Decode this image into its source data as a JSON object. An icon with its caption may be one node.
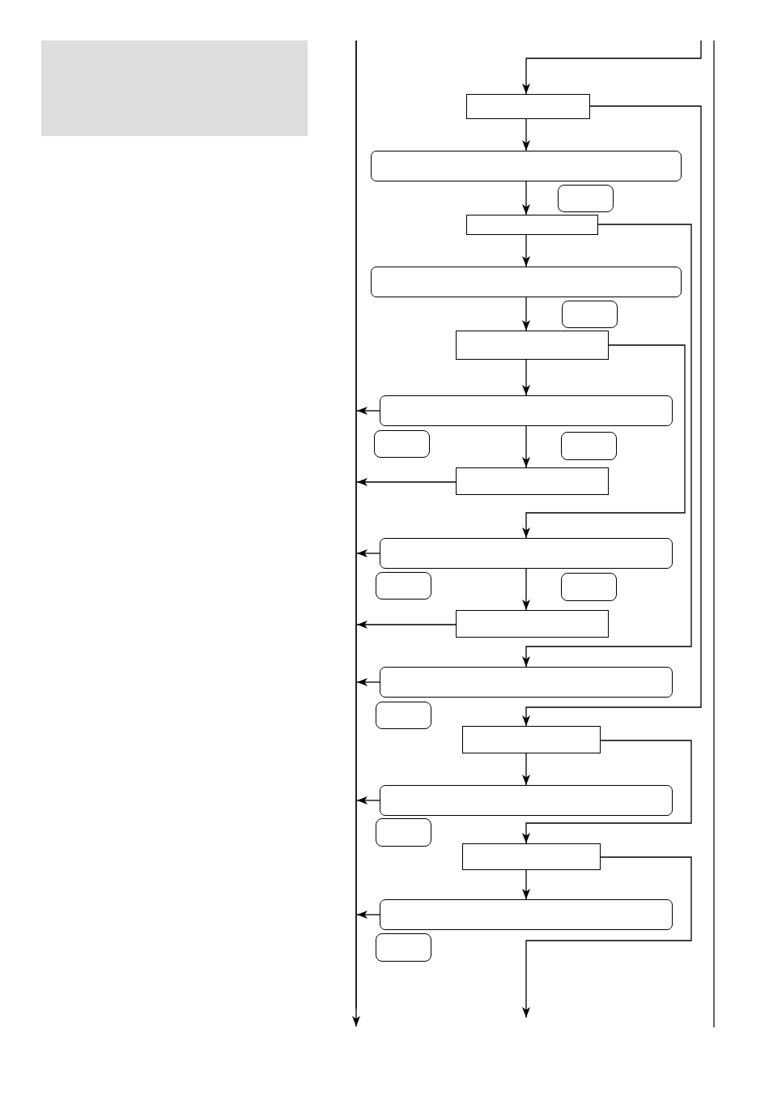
{
  "diagram": {
    "nodes": [
      {
        "text": [],
        "shape": "box"
      },
      {
        "text": [],
        "shape": "bar"
      },
      {
        "text": [],
        "shape": "box"
      },
      {
        "text": [],
        "shape": "box"
      },
      {
        "text": [],
        "shape": "box"
      },
      {
        "text": [],
        "shape": "box"
      },
      {
        "text": [],
        "shape": "box"
      },
      {
        "text": [],
        "shape": "box"
      },
      {
        "text": [],
        "shape": "box"
      },
      {
        "text": [],
        "shape": "box"
      },
      {
        "text": [],
        "shape": "box"
      },
      {
        "text": [],
        "shape": "box"
      },
      {
        "text": [],
        "shape": "box"
      },
      {
        "text": [],
        "shape": "box"
      },
      {
        "text": [],
        "shape": "box"
      },
      {
        "text": [],
        "shape": "box"
      },
      {
        "text": [],
        "shape": "box"
      },
      {
        "text": [],
        "shape": "box"
      },
      {
        "text": [],
        "shape": "box"
      },
      {
        "text": [],
        "shape": "box"
      },
      {
        "text": [],
        "shape": "box"
      },
      {
        "text": [],
        "shape": "box"
      },
      {
        "text": [],
        "shape": "box"
      },
      {
        "text": [],
        "shape": "box"
      },
      {
        "text": [],
        "shape": "box"
      }
    ],
    "edges": [
      {
        "from": null,
        "to": 2,
        "arrow": "to"
      },
      {
        "from": 2,
        "to": 3,
        "arrow": "to"
      },
      {
        "from": 2,
        "to": 19,
        "arrow": "to"
      },
      {
        "from": 3,
        "to": 5,
        "arrow": "to"
      },
      {
        "from": 5,
        "to": 17,
        "arrow": "to"
      },
      {
        "from": 5,
        "to": 6,
        "arrow": "to"
      },
      {
        "from": 6,
        "to": 8,
        "arrow": "to"
      },
      {
        "from": 8,
        "to": 13,
        "arrow": "to"
      },
      {
        "from": 8,
        "to": 9,
        "arrow": "to"
      },
      {
        "from": 9,
        "to": 12,
        "arrow": "to"
      },
      {
        "from": 9,
        "to": 1,
        "arrow": "to"
      },
      {
        "from": 12,
        "to": 1,
        "arrow": "to"
      },
      {
        "from": 13,
        "to": 16,
        "arrow": "to"
      },
      {
        "from": 13,
        "to": 1,
        "arrow": "to"
      },
      {
        "from": 16,
        "to": 1,
        "arrow": "to"
      },
      {
        "from": 17,
        "to": 1,
        "arrow": "to"
      },
      {
        "from": 19,
        "to": 20,
        "arrow": "to"
      },
      {
        "from": 19,
        "to": 22,
        "arrow": "to"
      },
      {
        "from": 20,
        "to": 1,
        "arrow": "to"
      },
      {
        "from": 22,
        "to": 23,
        "arrow": "to"
      },
      {
        "from": 22,
        "to": null,
        "arrow": "to"
      },
      {
        "from": 23,
        "to": 1,
        "arrow": "to"
      },
      {
        "from": 1,
        "to": null,
        "arrow": "to"
      }
    ]
  }
}
